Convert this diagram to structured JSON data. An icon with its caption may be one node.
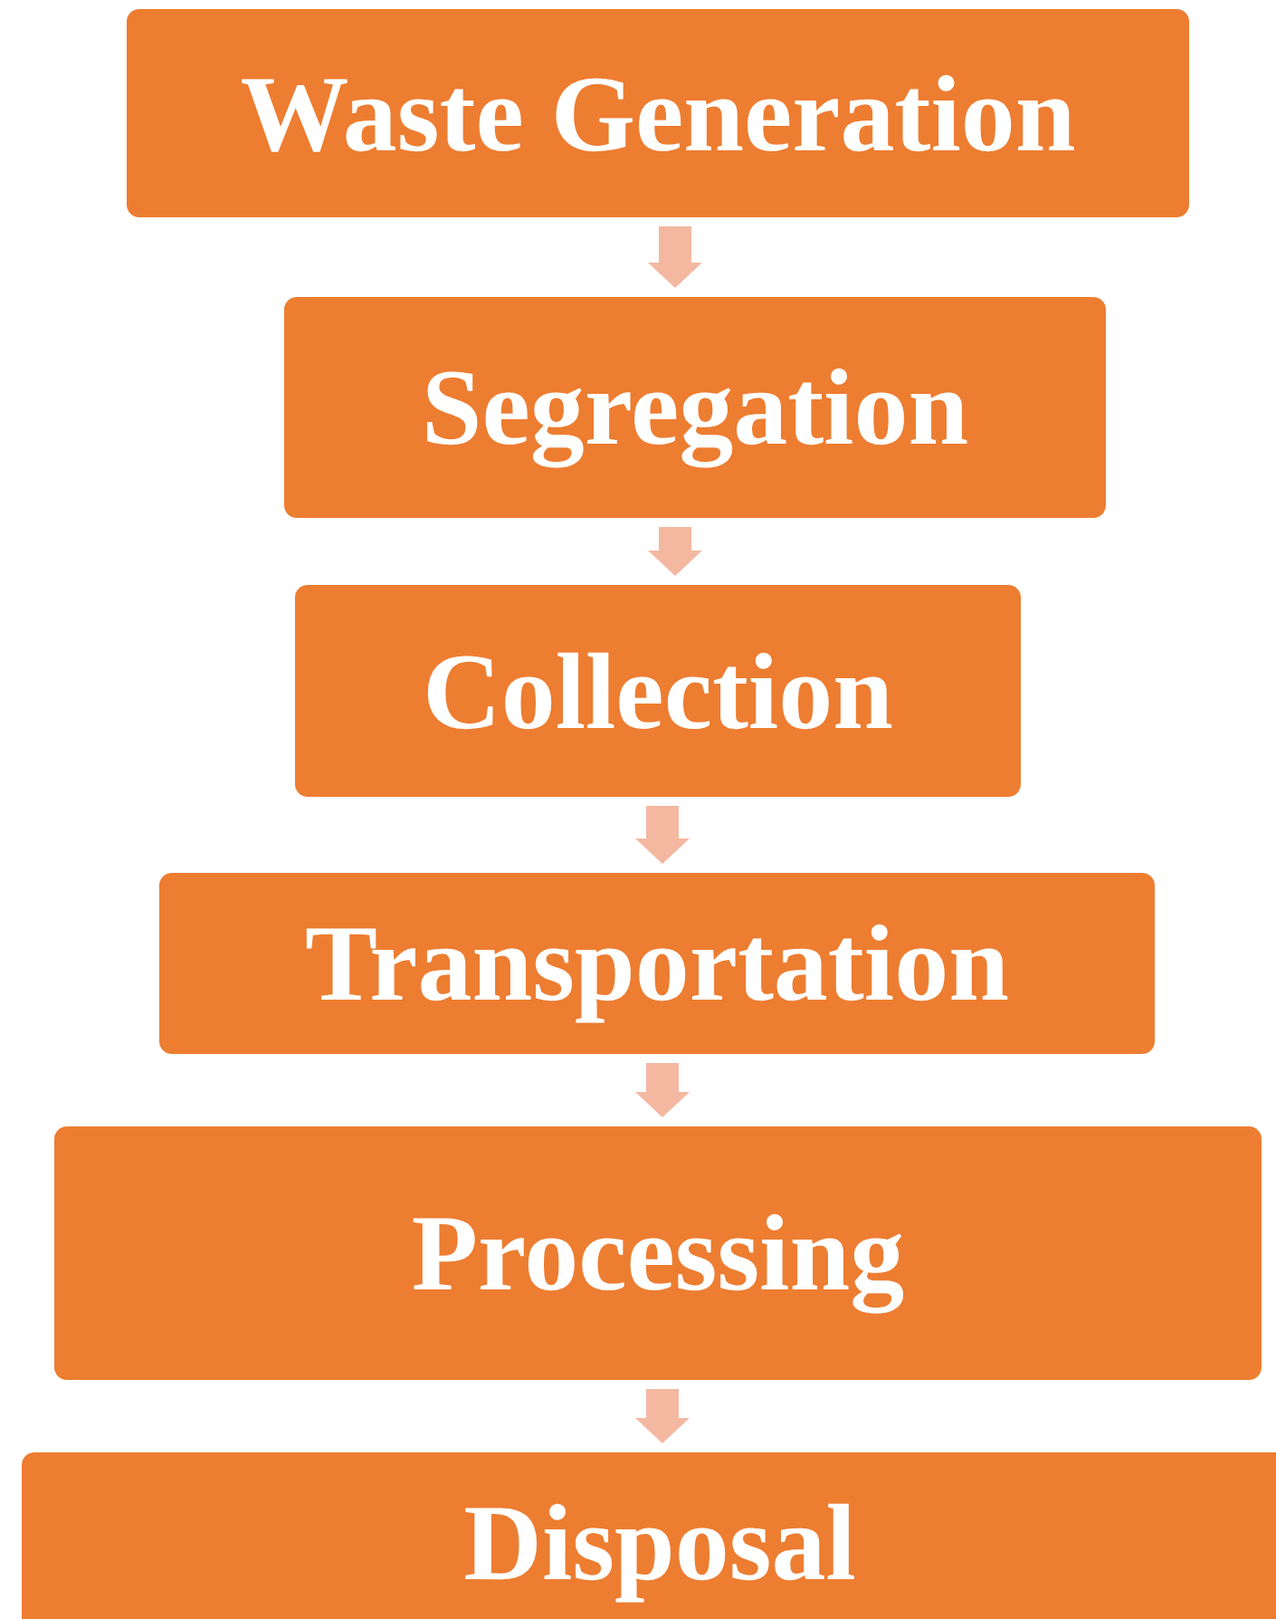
{
  "diagram": {
    "nodes": [
      {
        "text": [
          "Waste Generation"
        ]
      },
      {
        "text": [
          "Segregation"
        ]
      },
      {
        "text": [
          "Collection"
        ]
      },
      {
        "text": [
          "Transportation"
        ]
      },
      {
        "text": [
          "Processing"
        ]
      },
      {
        "text": [
          "Disposal"
        ]
      }
    ],
    "edges": [
      {
        "from": 0,
        "to": 1,
        "arrow": "to"
      },
      {
        "from": 1,
        "to": 2,
        "arrow": "to"
      },
      {
        "from": 2,
        "to": 3,
        "arrow": "to"
      },
      {
        "from": 3,
        "to": 4,
        "arrow": "to"
      },
      {
        "from": 4,
        "to": 5,
        "arrow": "to"
      }
    ]
  }
}
